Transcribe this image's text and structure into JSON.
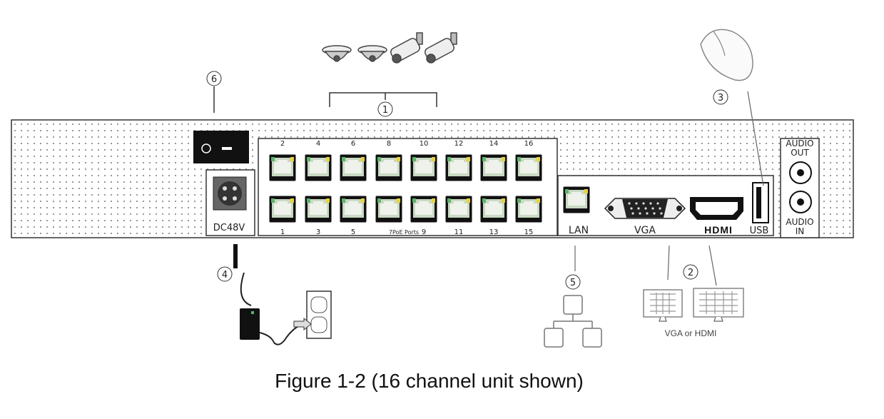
{
  "callouts": [
    "1",
    "2",
    "3",
    "4",
    "5",
    "6"
  ],
  "poe": {
    "top_numbers": [
      "2",
      "4",
      "6",
      "8",
      "10",
      "12",
      "14",
      "16"
    ],
    "bottom_numbers": [
      "1",
      "3",
      "5",
      "9",
      "11",
      "13",
      "15"
    ],
    "bottom_label": "7PoE Ports"
  },
  "power_label": "DC48V",
  "ports": {
    "lan": "LAN",
    "vga": "VGA",
    "hdmi": "HDMI",
    "usb": "USB",
    "audio_out": [
      "AUDIO",
      "OUT"
    ],
    "audio_in": [
      "AUDIO",
      "IN"
    ]
  },
  "monitor_label": "VGA or HDMI",
  "caption": "Figure 1-2 (16 channel unit shown)",
  "icons": [
    "dome-camera-icon",
    "bullet-camera-icon",
    "mouse-icon",
    "power-adapter-icon",
    "wall-outlet-icon",
    "network-icon",
    "monitor-icon"
  ]
}
